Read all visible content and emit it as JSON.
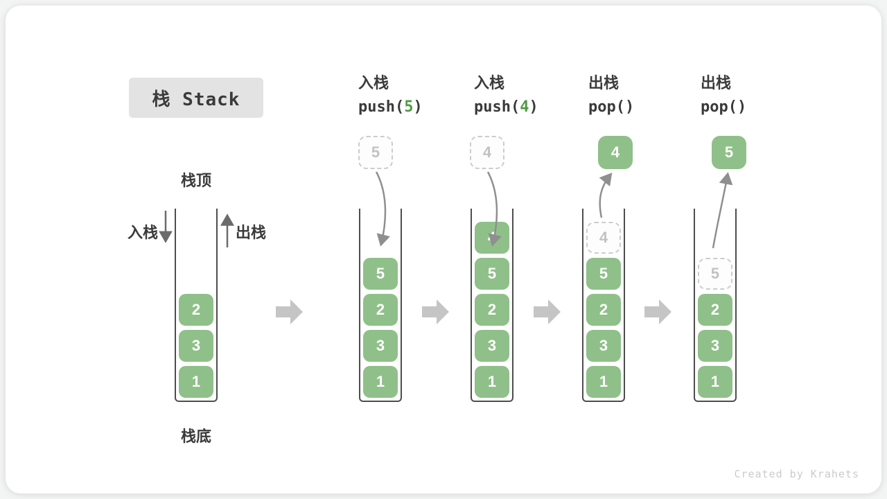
{
  "title": "栈 Stack",
  "labels": {
    "stack_top": "栈顶",
    "stack_bottom": "栈底",
    "push_side": "入栈",
    "pop_side": "出栈"
  },
  "colors": {
    "cell_green": "#8fc089",
    "arg_green": "#4f9a43",
    "dark_text": "#3b3b3b",
    "ghost_gray": "#c2c2c2",
    "arrow_gray": "#8f8f8f",
    "block_arrow_gray": "#c5c5c5",
    "title_bg": "#e3e3e3",
    "watermark_gray": "#cbcbcb"
  },
  "columns": [
    {
      "id": "initial",
      "cells": [
        {
          "v": "2",
          "row": 2,
          "t": "solid"
        },
        {
          "v": "3",
          "row": 3,
          "t": "solid"
        },
        {
          "v": "1",
          "row": 4,
          "t": "solid"
        }
      ]
    },
    {
      "id": "push-5",
      "header": {
        "cn": "入栈",
        "code_pre": "push(",
        "code_arg": "5",
        "code_post": ")"
      },
      "float": {
        "v": "5",
        "t": "ghost"
      },
      "arrow": "push",
      "cells": [
        {
          "v": "5",
          "row": 1,
          "t": "solid"
        },
        {
          "v": "2",
          "row": 2,
          "t": "solid"
        },
        {
          "v": "3",
          "row": 3,
          "t": "solid"
        },
        {
          "v": "1",
          "row": 4,
          "t": "solid"
        }
      ]
    },
    {
      "id": "push-4",
      "header": {
        "cn": "入栈",
        "code_pre": "push(",
        "code_arg": "4",
        "code_post": ")"
      },
      "float": {
        "v": "4",
        "t": "ghost"
      },
      "arrow": "push",
      "cells": [
        {
          "v": "4",
          "row": 0,
          "t": "solid"
        },
        {
          "v": "5",
          "row": 1,
          "t": "solid"
        },
        {
          "v": "2",
          "row": 2,
          "t": "solid"
        },
        {
          "v": "3",
          "row": 3,
          "t": "solid"
        },
        {
          "v": "1",
          "row": 4,
          "t": "solid"
        }
      ]
    },
    {
      "id": "pop-4",
      "header": {
        "cn": "出栈",
        "code_pre": "pop(",
        "code_arg": "",
        "code_post": ")"
      },
      "float": {
        "v": "4",
        "t": "solid"
      },
      "arrow": "pop",
      "cells": [
        {
          "v": "4",
          "row": 0,
          "t": "ghost"
        },
        {
          "v": "5",
          "row": 1,
          "t": "solid"
        },
        {
          "v": "2",
          "row": 2,
          "t": "solid"
        },
        {
          "v": "3",
          "row": 3,
          "t": "solid"
        },
        {
          "v": "1",
          "row": 4,
          "t": "solid"
        }
      ]
    },
    {
      "id": "pop-5",
      "header": {
        "cn": "出栈",
        "code_pre": "pop(",
        "code_arg": "",
        "code_post": ")"
      },
      "float": {
        "v": "5",
        "t": "solid"
      },
      "arrow": "pop",
      "cells": [
        {
          "v": "5",
          "row": 1,
          "t": "ghost"
        },
        {
          "v": "2",
          "row": 2,
          "t": "solid"
        },
        {
          "v": "3",
          "row": 3,
          "t": "solid"
        },
        {
          "v": "1",
          "row": 4,
          "t": "solid"
        }
      ]
    }
  ],
  "meta": {
    "watermark": "Created by Krahets"
  }
}
